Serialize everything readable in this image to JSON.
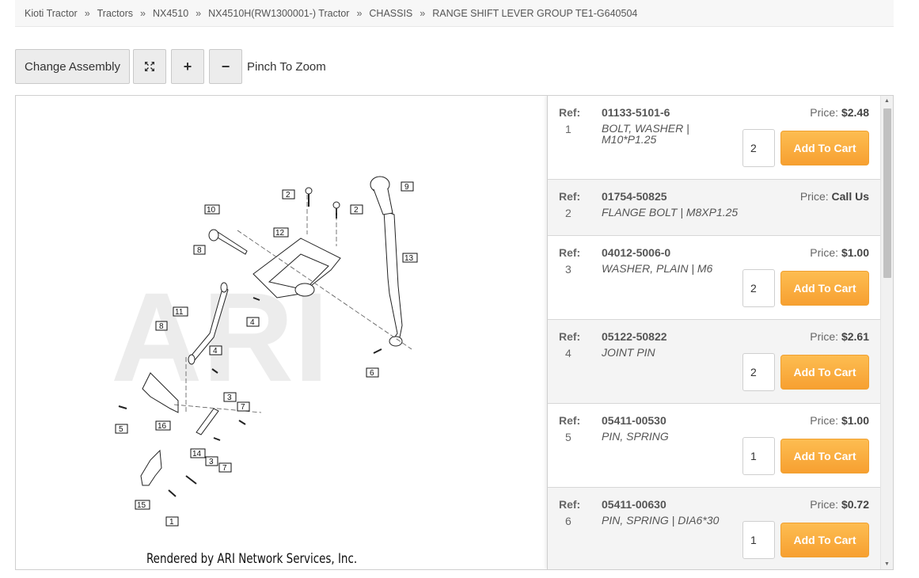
{
  "breadcrumb": [
    "Kioti Tractor",
    "Tractors",
    "NX4510",
    "NX4510H(RW1300001-) Tractor",
    "CHASSIS",
    "RANGE SHIFT LEVER GROUP TE1-G640504"
  ],
  "breadcrumb_separator": "»",
  "toolbar": {
    "change_assembly": "Change Assembly",
    "fullscreen_icon": "expand-arrows-icon",
    "zoom_in": "+",
    "zoom_out": "−",
    "pinch_label": "Pinch To Zoom"
  },
  "diagram": {
    "watermark": "ARI",
    "rendered_by": "Rendered by ARI Network Services, Inc.",
    "callouts": [
      "1",
      "2",
      "2",
      "3",
      "3",
      "4",
      "4",
      "5",
      "6",
      "7",
      "7",
      "8",
      "8",
      "9",
      "10",
      "11",
      "12",
      "13",
      "14",
      "15",
      "16"
    ]
  },
  "parts_panel": {
    "ref_label": "Ref:",
    "price_label": "Price:",
    "cart_label": "Add To Cart",
    "parts": [
      {
        "ref": "1",
        "part_no": "01133-5101-6",
        "desc": "BOLT, WASHER | M10*P1.25",
        "price": "$2.48",
        "qty": "2"
      },
      {
        "ref": "2",
        "part_no": "01754-50825",
        "desc": "FLANGE BOLT | M8XP1.25",
        "price": "Call Us",
        "qty": ""
      },
      {
        "ref": "3",
        "part_no": "04012-5006-0",
        "desc": "WASHER, PLAIN | M6",
        "price": "$1.00",
        "qty": "2"
      },
      {
        "ref": "4",
        "part_no": "05122-50822",
        "desc": "JOINT PIN",
        "price": "$2.61",
        "qty": "2"
      },
      {
        "ref": "5",
        "part_no": "05411-00530",
        "desc": "PIN, SPRING",
        "price": "$1.00",
        "qty": "1"
      },
      {
        "ref": "6",
        "part_no": "05411-00630",
        "desc": "PIN, SPRING | DIA6*30",
        "price": "$0.72",
        "qty": "1"
      }
    ]
  },
  "colors": {
    "cart_button": "#f9a93b",
    "watermark": "#e9e9e9"
  }
}
